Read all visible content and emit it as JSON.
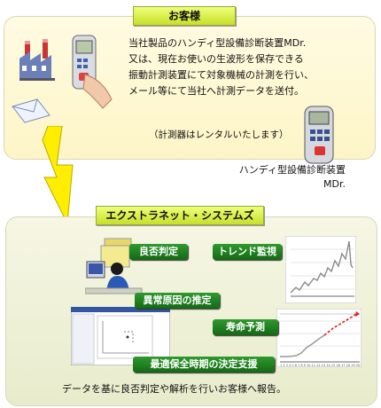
{
  "customer": {
    "title": "お客様",
    "lines": [
      "当社製品のハンディ型設備診断装置MDr.",
      "又は、現在お使いの生波形を保存できる",
      "振動計測装置にて対象機械の計測を行い、",
      "メール等にて当社へ計測データを送付。"
    ],
    "rental_note": "（計測器はレンタルいたします）",
    "device_caption_1": "ハンディ型設備診断装置",
    "device_caption_2": "MDr."
  },
  "extranet": {
    "title": "エクストラネット・システムズ",
    "services": [
      "良否判定",
      "トレンド監視",
      "異常原因の推定",
      "寿命予測",
      "最適保全時期の決定支援"
    ],
    "footer": "データを基に良否判定や解析を行いお客様へ報告。"
  },
  "colors": {
    "accent_green": "#1e7e1e",
    "header_tab": "#d8ef3a",
    "trend_line": "#8a8a8a",
    "forecast": "#e0201a"
  },
  "icons": [
    "factory-icon",
    "handheld-device-icon",
    "envelope-icon",
    "lightning-bolt-icon",
    "analyst-at-desk-icon"
  ]
}
